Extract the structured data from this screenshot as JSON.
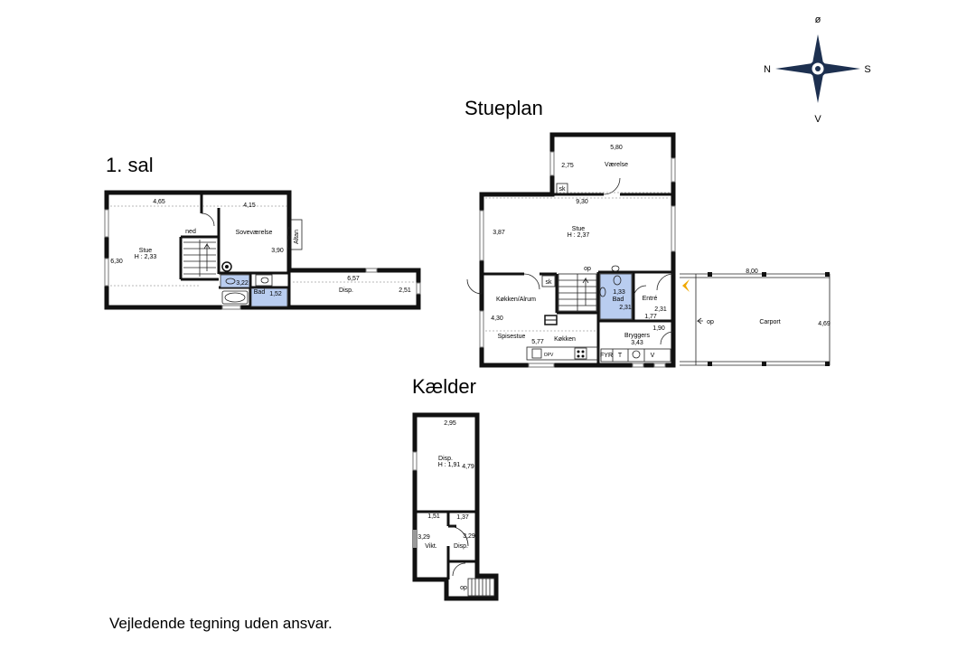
{
  "floors": {
    "first": {
      "title": "1. sal"
    },
    "ground": {
      "title": "Stueplan"
    },
    "basement": {
      "title": "Kælder"
    }
  },
  "compass": {
    "north": "N",
    "south": "S",
    "east": "ø",
    "west": "V"
  },
  "first_floor": {
    "stue": "Stue",
    "stue_height": "H : 2,33",
    "stue_width": "4,65",
    "stue_depth": "6,30",
    "sov": "Soveværelse",
    "sov_width": "4,15",
    "sov_depth": "3,90",
    "altan": "Altan",
    "ned": "ned",
    "hall_dim": "3,22",
    "bad": "Bad",
    "bad_dim": "1,52",
    "disp": "Disp.",
    "disp_width": "6,57",
    "disp_depth": "2,51"
  },
  "ground_floor": {
    "vaerelse": "Værelse",
    "vaerelse_width": "5,80",
    "vaerelse_depth": "2,75",
    "sk1": "sk",
    "stue_width": "9,30",
    "stue": "Stue",
    "stue_height": "H : 2,37",
    "stue_depth": "3,87",
    "op": "op",
    "kokken_alrum": "Køkken/Alrum",
    "sk2": "sk",
    "alrum_depth": "4,30",
    "bad": "Bad",
    "bad_w": "1,33",
    "bad_d": "2,31",
    "entre": "Entré",
    "entre_d": "2,31",
    "entre_w": "1,77",
    "bryg_w": "1,90",
    "bryggers": "Bryggers",
    "bryg_d": "3,43",
    "spisestue": "Spisestue",
    "kokken_w": "5,77",
    "kokken": "Køkken",
    "opv": "OPV",
    "fyr": "FYR",
    "t": "T",
    "v": "V",
    "carport_op": "op",
    "carport": "Carport",
    "carport_width": "8,00",
    "carport_depth": "4,69"
  },
  "basement_floor": {
    "width": "2,95",
    "disp": "Disp.",
    "disp_height": "H : 1,91",
    "disp_depth": "4,79",
    "vikt_w": "1,51",
    "disp2_w": "1,37",
    "vikt_d": "3,29",
    "vikt": "Vikt.",
    "disp2_d": "3,29",
    "disp2": "Disp.",
    "op": "op"
  },
  "disclaimer": "Vejledende tegning uden ansvar.",
  "colors": {
    "wall": "#111111",
    "bath": "#b9cdf0",
    "compass": "#1d3050",
    "entry_arrow": "#f0a800"
  }
}
